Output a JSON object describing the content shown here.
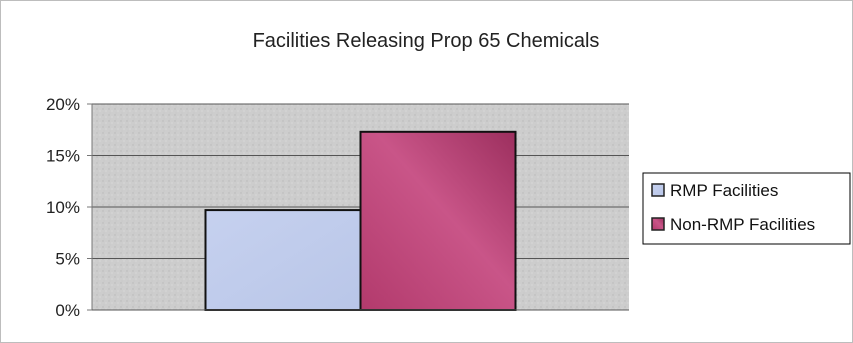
{
  "chart_data": {
    "type": "bar",
    "title": "Facilities Releasing Prop 65 Chemicals",
    "xlabel": "",
    "ylabel": "",
    "categories": [
      ""
    ],
    "series": [
      {
        "name": "RMP Facilities",
        "values": [
          9.7
        ],
        "color": "#c0ccec"
      },
      {
        "name": "Non-RMP Facilities",
        "values": [
          17.3
        ],
        "color": "#c24b7e"
      }
    ],
    "ylim": [
      0,
      20
    ],
    "yticks": [
      {
        "value": 0,
        "label": "0%"
      },
      {
        "value": 5,
        "label": "5%"
      },
      {
        "value": 10,
        "label": "10%"
      },
      {
        "value": 15,
        "label": "15%"
      },
      {
        "value": 20,
        "label": "20%"
      }
    ],
    "grid": true,
    "legend_position": "right",
    "plot_background": "#cfcfcf"
  }
}
